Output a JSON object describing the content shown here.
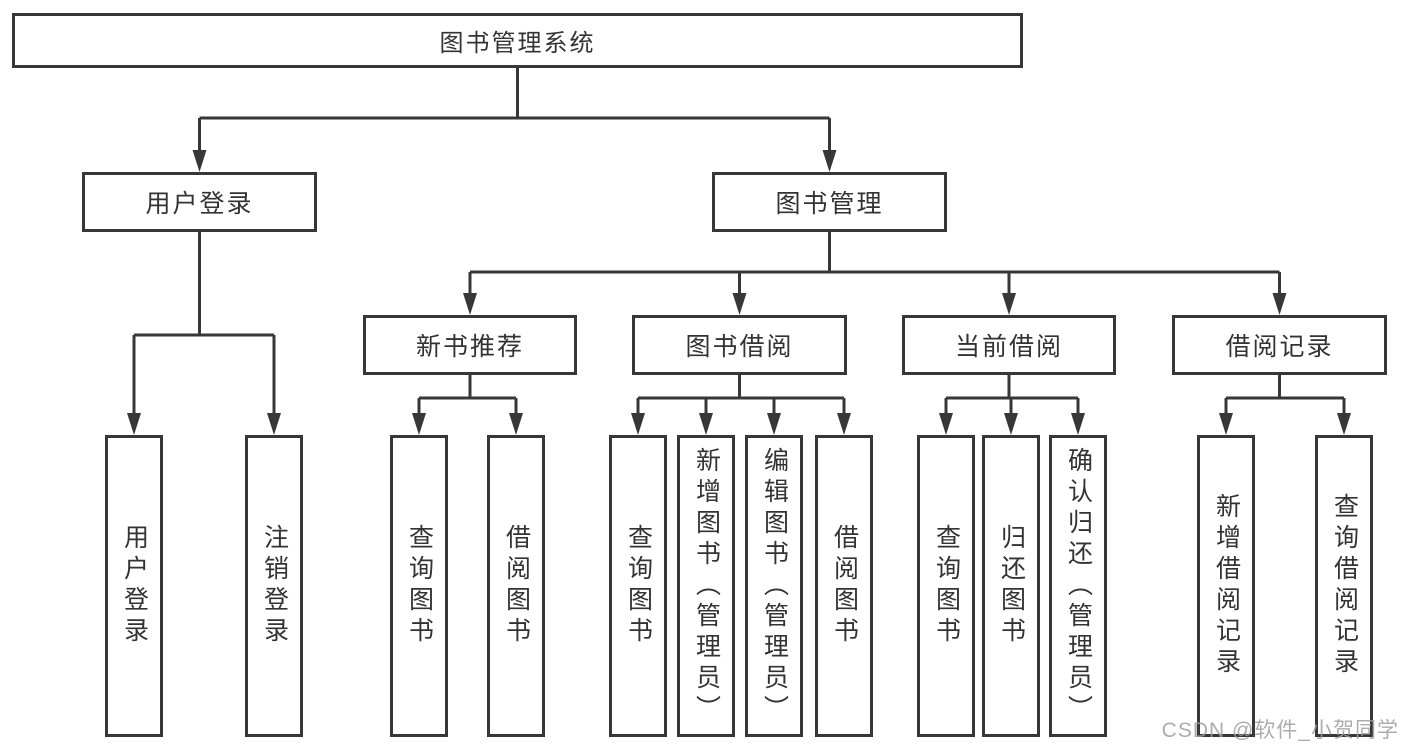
{
  "diagram": {
    "title": "图书管理系统",
    "level2": {
      "user_login": "用户登录",
      "book_mgmt": "图书管理"
    },
    "level3": {
      "new_books": "新书推荐",
      "book_borrow": "图书借阅",
      "current_borrow": "当前借阅",
      "borrow_records": "借阅记录"
    },
    "leaves": {
      "user_login_1": "用户登录",
      "user_login_2": "注销登录",
      "new_books_1": "查询图书",
      "new_books_2": "借阅图书",
      "book_borrow_1": "查询图书",
      "book_borrow_2": "新增图书（管理员）",
      "book_borrow_3": "编辑图书（管理员）",
      "book_borrow_4": "借阅图书",
      "current_borrow_1": "查询图书",
      "current_borrow_2": "归还图书",
      "current_borrow_3": "确认归还（管理员）",
      "borrow_records_1": "新增借阅记录",
      "borrow_records_2": "查询借阅记录"
    }
  },
  "watermark": "CSDN @软件_小贺同学",
  "colors": {
    "line": "#373737",
    "text": "#333333",
    "background": "#ffffff",
    "watermark": "#9e9e9e"
  }
}
